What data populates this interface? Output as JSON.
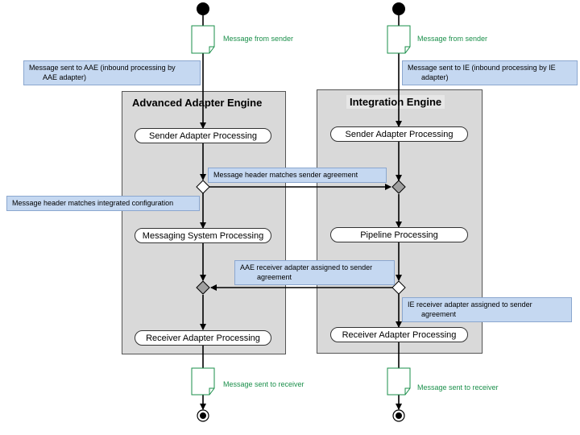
{
  "colors": {
    "engine_fill": "#d9d9d9",
    "note_fill": "#c5d8f1",
    "green_text": "#1a8f4a",
    "decision_gray": "#a0a0a0"
  },
  "left_lane": {
    "title": "Advanced Adapter Engine",
    "message_from_sender": "Message from sender",
    "inbound_note_line1": "Message sent to AAE (inbound processing by",
    "inbound_note_line2": "AAE adapter)",
    "sender_adapter_processing": "Sender Adapter Processing",
    "messaging_system_processing": "Messaging System Processing",
    "receiver_adapter_processing": "Receiver Adapter Processing",
    "message_sent_to_receiver": "Message sent to receiver"
  },
  "right_lane": {
    "title": "Integration Engine",
    "message_from_sender": "Message from sender",
    "inbound_note_line1": "Message sent to IE (inbound processing by IE",
    "inbound_note_line2": "adapter)",
    "sender_adapter_processing": "Sender Adapter Processing",
    "pipeline_processing": "Pipeline Processing",
    "receiver_adapter_processing": "Receiver Adapter Processing",
    "message_sent_to_receiver": "Message sent to receiver"
  },
  "notes": {
    "header_matches_sender_agreement": "Message header matches sender agreement",
    "header_matches_integrated_configuration": "Message header matches integrated configuration",
    "aae_receiver_adapter_line1": "AAE receiver adapter assigned to sender",
    "aae_receiver_adapter_line2": "agreement",
    "ie_receiver_adapter_line1": "IE receiver adapter assigned to sender",
    "ie_receiver_adapter_line2": "agreement"
  }
}
